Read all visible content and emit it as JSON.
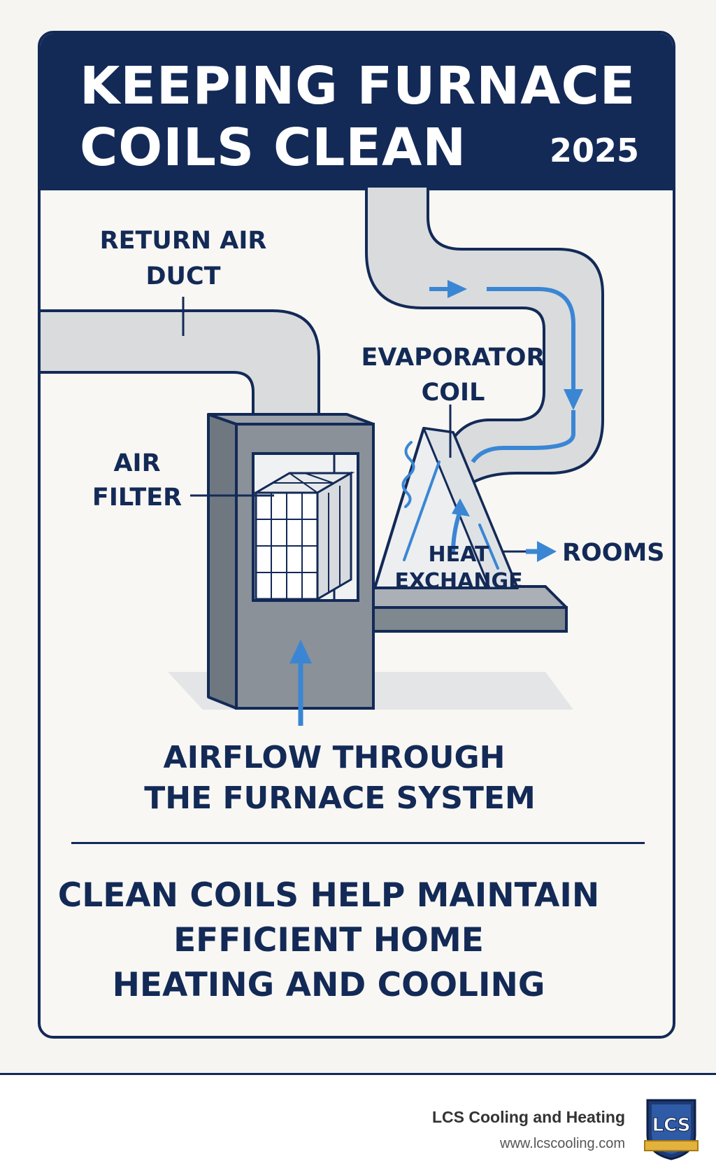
{
  "header": {
    "title_line1": "KEEPING FURNACE",
    "title_line2": "COILS CLEAN",
    "year": "2025"
  },
  "diagram": {
    "return_air_duct": [
      "RETURN AIR",
      "DUCT"
    ],
    "evaporator_coil": [
      "EVAPORATOR",
      "COIL"
    ],
    "air_filter": [
      "AIR",
      "FILTER"
    ],
    "heat_exchange": [
      "HEAT",
      "EXCHANGE"
    ],
    "rooms": "ROOMS",
    "caption": [
      "AIRFLOW THROUGH",
      "THE FURNACE SYSTEM"
    ]
  },
  "tagline": {
    "line1": "CLEAN COILS HELP MAINTAIN",
    "line2": "EFFICIENT HOME",
    "line3": "HEATING AND COOLING"
  },
  "footer": {
    "company": "LCS Cooling and Heating",
    "website": "www.lcscooling.com",
    "logo_text": "LCS"
  },
  "colors": {
    "navy": "#132a57",
    "accent_blue": "#3a86d4",
    "duct_gray": "#d9dbdd",
    "furnace_gray": "#8a9198"
  },
  "icons": [
    "arrow-right-icon",
    "arrow-up-icon",
    "arrow-down-icon",
    "squiggle-icon",
    "logo-shield-icon"
  ]
}
